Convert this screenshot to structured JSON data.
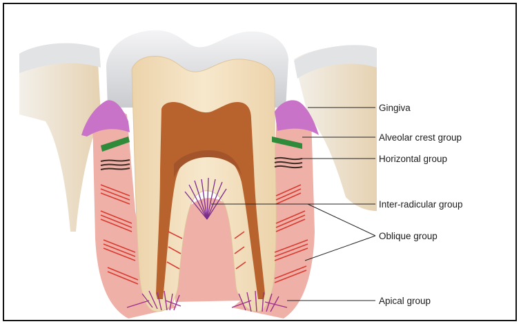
{
  "labels": {
    "gingiva": "Gingiva",
    "alveolar_crest": "Alveolar crest group",
    "horizontal": "Horizontal group",
    "inter_radicular": "Inter-radicular group",
    "oblique": "Oblique group",
    "apical": "Apical group"
  },
  "colors": {
    "enamel": "#d9dadc",
    "dentin": "#f2dfbf",
    "pulp": "#b8632e",
    "gingiva": "#c873c8",
    "ligament": "#efb0a8",
    "alveolar_crest_fibers": "#2f8a3a",
    "fibers": "#d83a30",
    "apical_fibers": "#9a2f8a"
  }
}
